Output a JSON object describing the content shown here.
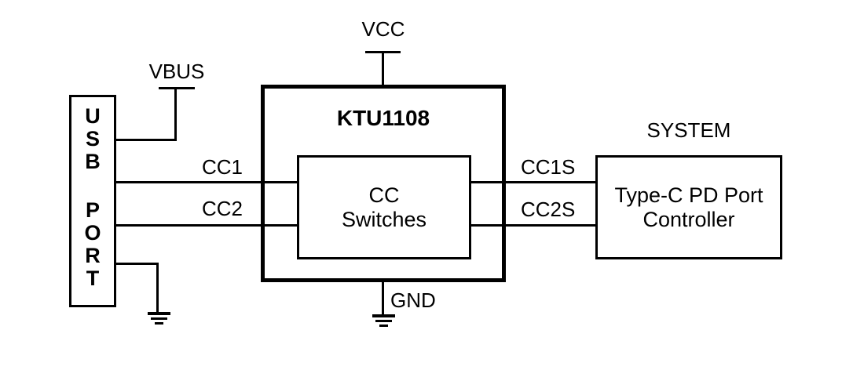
{
  "diagram": {
    "chip": {
      "name": "KTU1108",
      "inner_block": {
        "line1": "CC",
        "line2": "Switches"
      }
    },
    "usb_port": {
      "label": "USB PORT",
      "letters": [
        "U",
        "S",
        "B",
        "P",
        "O",
        "R",
        "T"
      ]
    },
    "system": {
      "heading": "SYSTEM",
      "controller": {
        "line1": "Type-C PD Port",
        "line2": "Controller"
      }
    },
    "power_labels": {
      "vcc": "VCC",
      "vbus": "VBUS",
      "gnd": "GND"
    },
    "signal_labels": {
      "cc1": "CC1",
      "cc2": "CC2",
      "cc1s": "CC1S",
      "cc2s": "CC2S"
    },
    "icons": {
      "vcc": "power-rail-icon",
      "vbus": "power-rail-icon",
      "gnd": "ground-icon",
      "usb_gnd": "ground-icon"
    },
    "colors": {
      "stroke": "#000000",
      "background": "#ffffff"
    }
  }
}
